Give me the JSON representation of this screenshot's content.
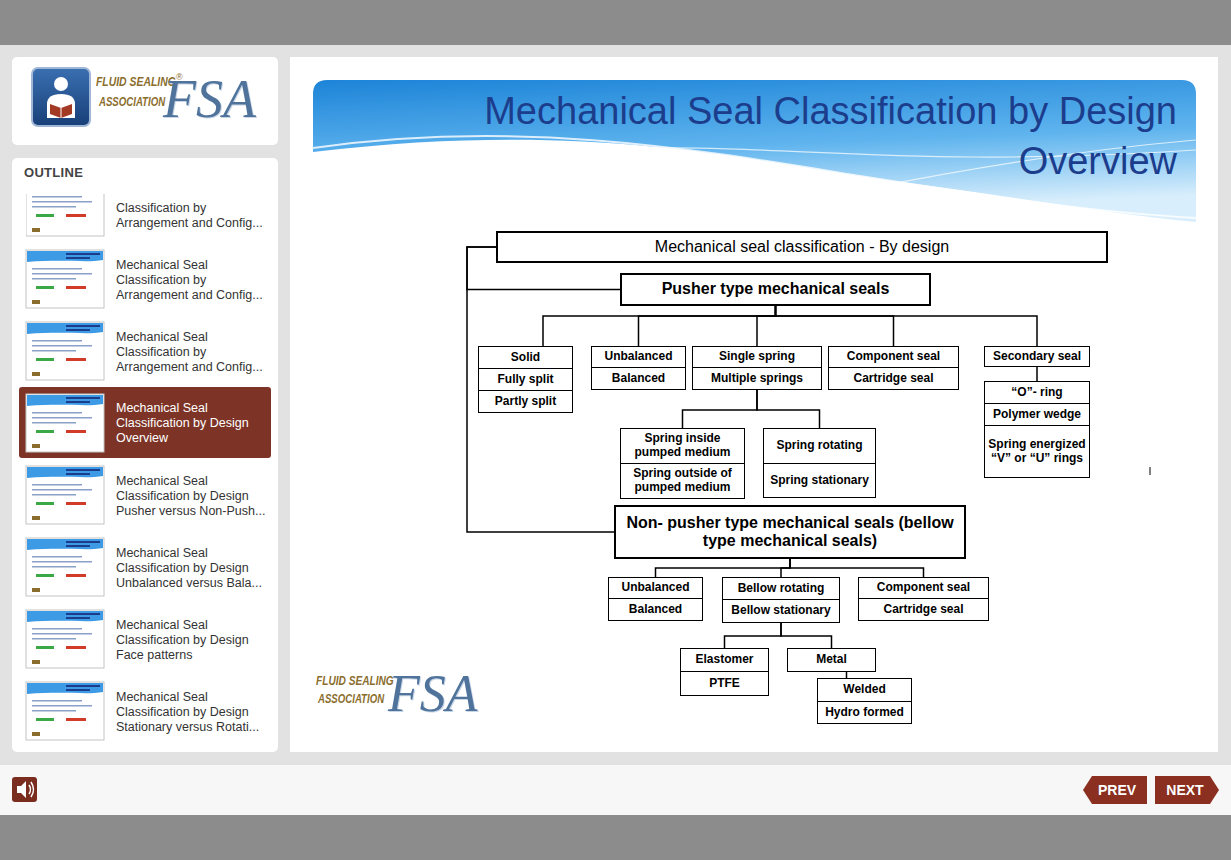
{
  "diagram": {
    "title": "Mechanical Seal Classification by Design Overview",
    "nodes": [
      {
        "text": [
          "Mechanical seal classification - By design"
        ]
      },
      {
        "text": [
          "Pusher type mechanical seals"
        ]
      },
      {
        "text": [
          "Solid"
        ]
      },
      {
        "text": [
          "Fully split"
        ]
      },
      {
        "text": [
          "Partly split"
        ]
      },
      {
        "text": [
          "Unbalanced"
        ]
      },
      {
        "text": [
          "Balanced"
        ]
      },
      {
        "text": [
          "Single spring"
        ]
      },
      {
        "text": [
          "Multiple springs"
        ]
      },
      {
        "text": [
          "Component seal"
        ]
      },
      {
        "text": [
          "Cartridge seal"
        ]
      },
      {
        "text": [
          "Secondary seal"
        ]
      },
      {
        "text": [
          "“O”- ring"
        ]
      },
      {
        "text": [
          "Polymer wedge"
        ]
      },
      {
        "text": [
          "Spring energized “V” or “U” rings"
        ]
      },
      {
        "text": [
          "Spring inside pumped medium"
        ]
      },
      {
        "text": [
          "Spring outside of pumped medium"
        ]
      },
      {
        "text": [
          "Spring rotating"
        ]
      },
      {
        "text": [
          "Spring stationary"
        ]
      },
      {
        "text": [
          "Non- pusher type mechanical seals (bellow type mechanical seals)"
        ]
      },
      {
        "text": [
          "Unbalanced"
        ]
      },
      {
        "text": [
          "Balanced"
        ]
      },
      {
        "text": [
          "Bellow rotating"
        ]
      },
      {
        "text": [
          "Bellow stationary"
        ]
      },
      {
        "text": [
          "Component seal"
        ]
      },
      {
        "text": [
          "Cartridge seal"
        ]
      },
      {
        "text": [
          "Elastomer"
        ]
      },
      {
        "text": [
          "PTFE"
        ]
      },
      {
        "text": [
          "Metal"
        ]
      },
      {
        "text": [
          "Welded"
        ]
      },
      {
        "text": [
          "Hydro formed"
        ]
      }
    ],
    "edges": [
      {
        "from": 0,
        "to": 1,
        "arrow": "none"
      },
      {
        "from": 0,
        "to": 19,
        "arrow": "none"
      },
      {
        "from": 1,
        "to": 2,
        "arrow": "none"
      },
      {
        "from": 1,
        "to": 5,
        "arrow": "none"
      },
      {
        "from": 1,
        "to": 7,
        "arrow": "none"
      },
      {
        "from": 1,
        "to": 9,
        "arrow": "none"
      },
      {
        "from": 1,
        "to": 11,
        "arrow": "none"
      },
      {
        "from": 8,
        "to": 15,
        "arrow": "none"
      },
      {
        "from": 8,
        "to": 17,
        "arrow": "none"
      },
      {
        "from": 11,
        "to": 12,
        "arrow": "none"
      },
      {
        "from": 19,
        "to": 20,
        "arrow": "none"
      },
      {
        "from": 19,
        "to": 22,
        "arrow": "none"
      },
      {
        "from": 19,
        "to": 24,
        "arrow": "none"
      },
      {
        "from": 23,
        "to": 26,
        "arrow": "none"
      },
      {
        "from": 23,
        "to": 28,
        "arrow": "none"
      },
      {
        "from": 28,
        "to": 29,
        "arrow": "none"
      }
    ],
    "labels": [
      "FLUID SEALING",
      "®",
      "ASSOCIATION",
      "FSA",
      "OUTLINE",
      "Classification by Arrangement and Config...",
      "Mechanical Seal Classification by Arrangement and Config...",
      "Mechanical Seal Classification by Arrangement and Config...",
      "Mechanical Seal Classification by Design Overview",
      "Mechanical Seal Classification by Design Pusher versus Non-Push...",
      "Mechanical Seal Classification by Design Unbalanced versus Bala...",
      "Mechanical Seal Classification by Design Face patterns",
      "Mechanical Seal Classification by Design Stationary versus Rotati...",
      "FLUID SEALING",
      "ASSOCIATION",
      "FSA",
      "PREV",
      "NEXT"
    ]
  }
}
